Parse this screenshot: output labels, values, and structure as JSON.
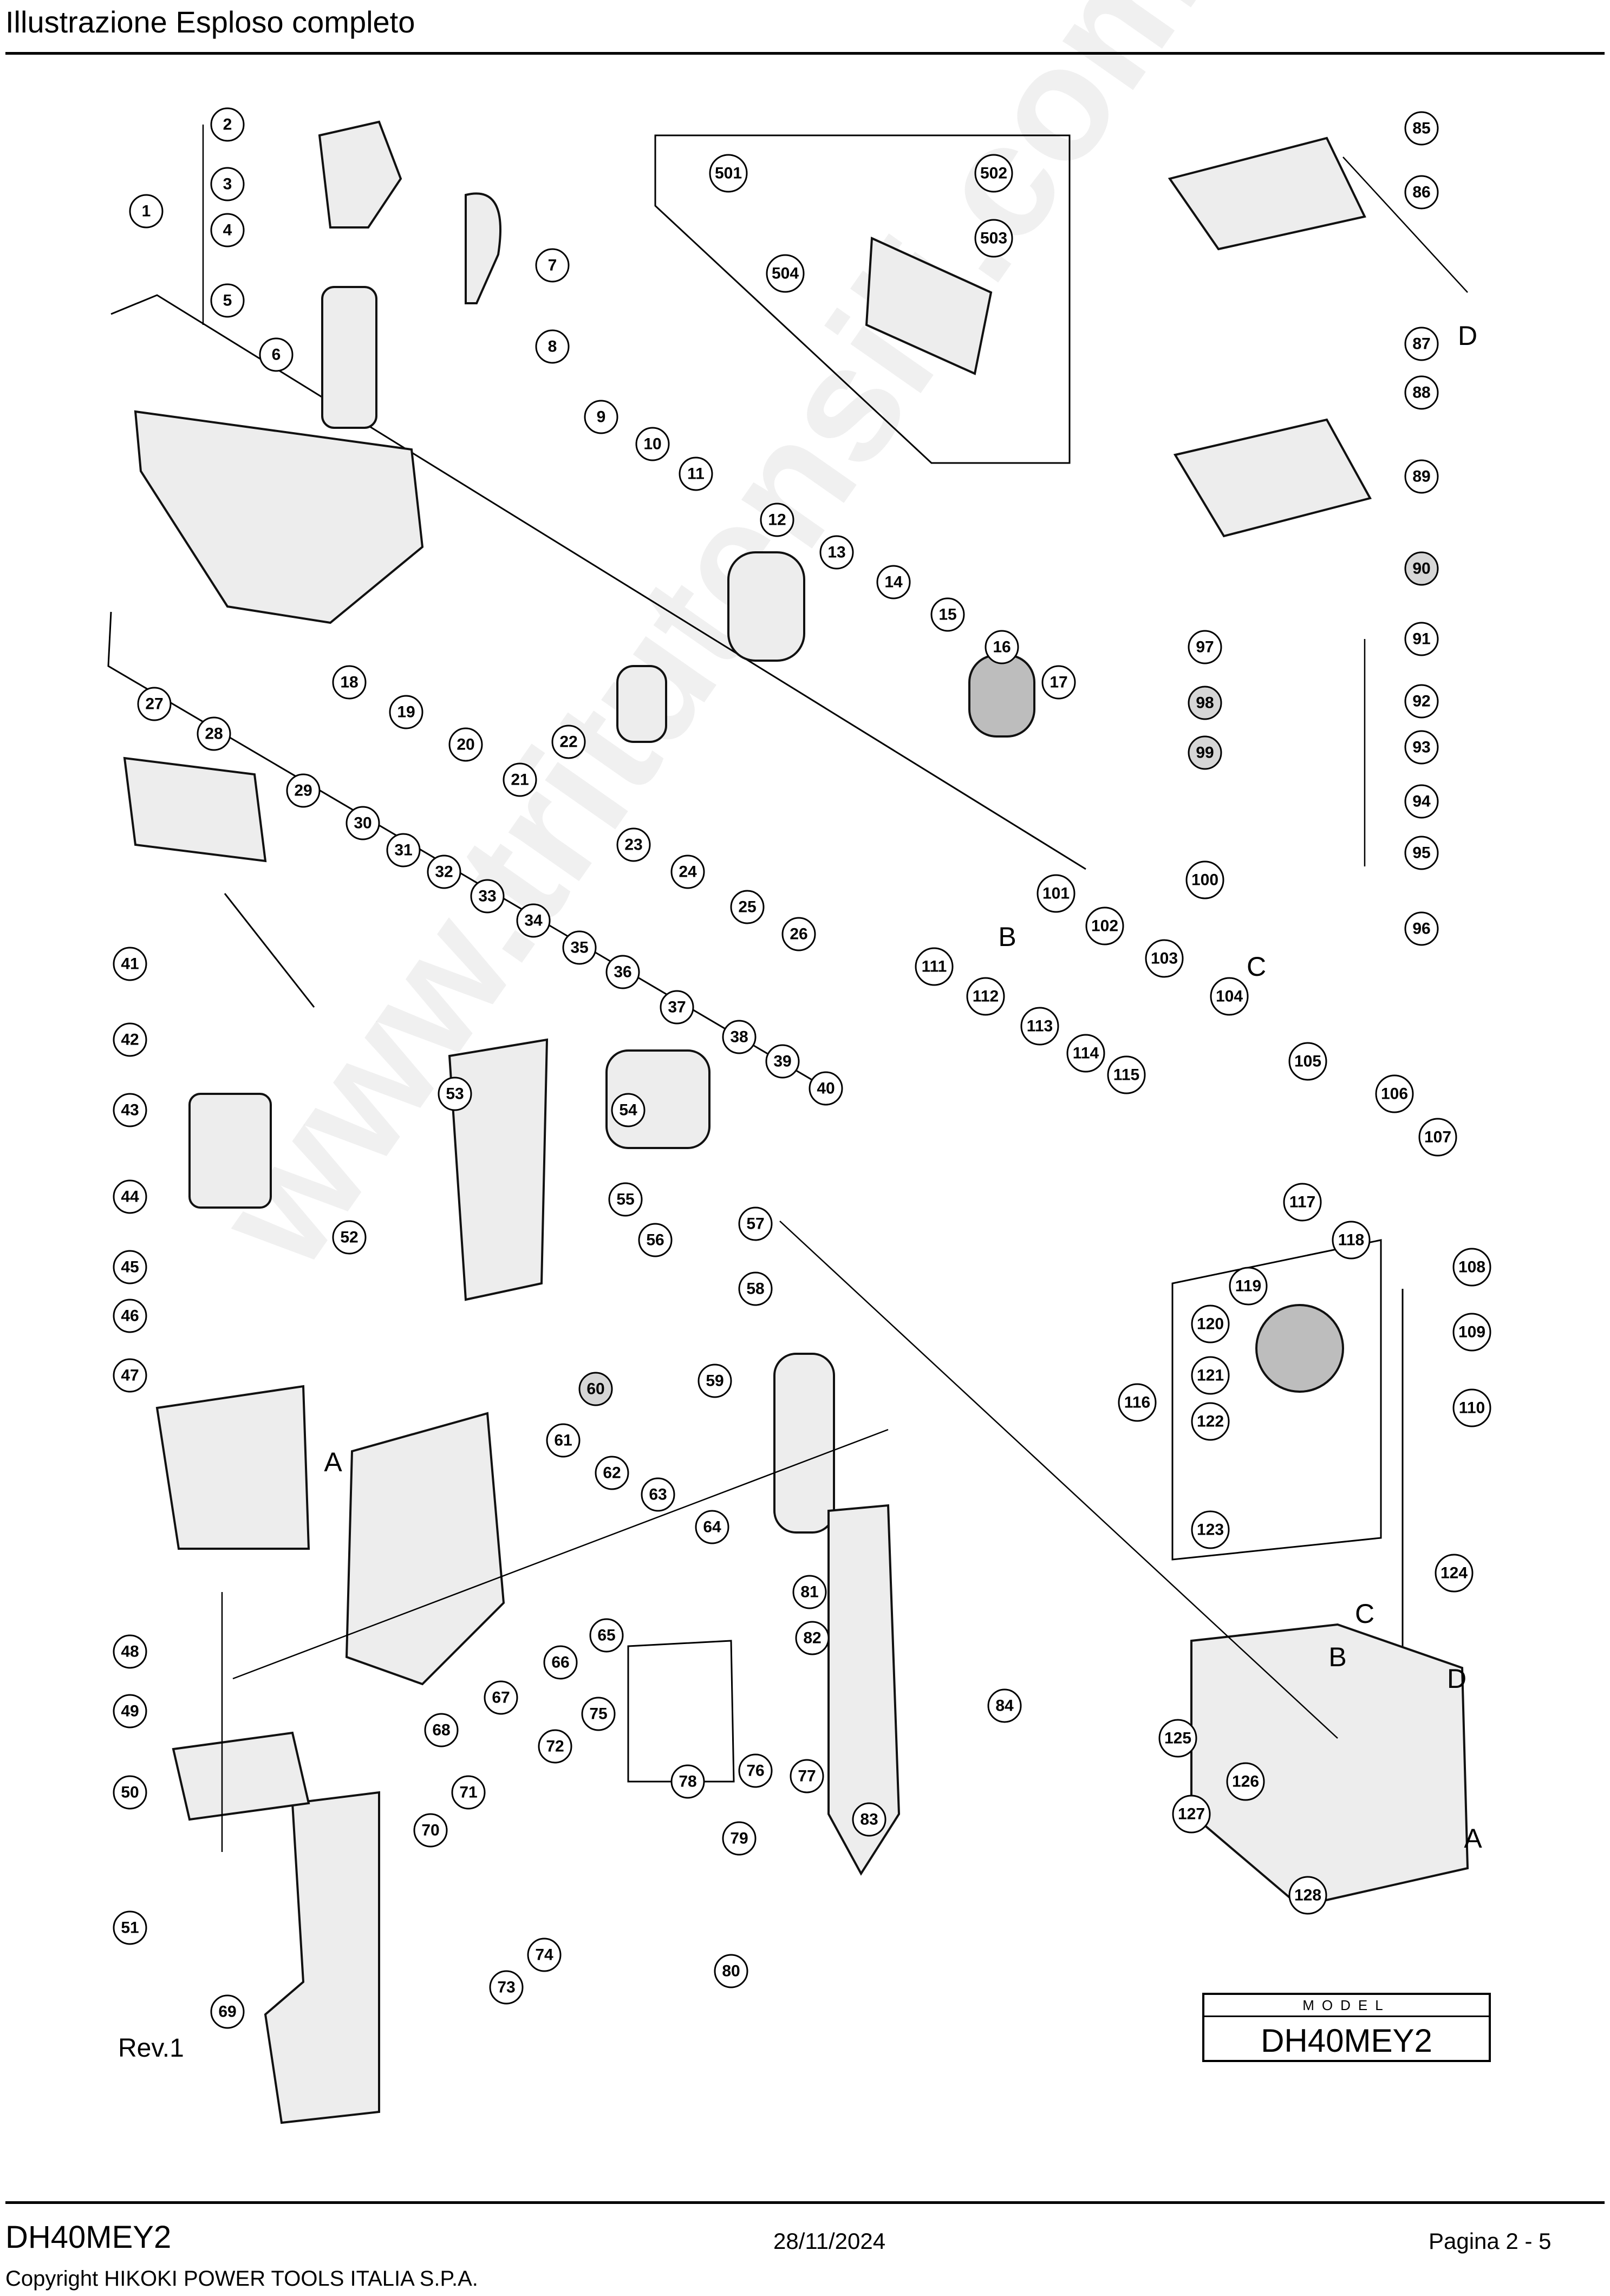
{
  "header": {
    "title": "Illustrazione  Esploso completo"
  },
  "watermark": "www.tritutensili.com",
  "diagram": {
    "callouts": [
      "1",
      "2",
      "3",
      "4",
      "5",
      "6",
      "7",
      "8",
      "9",
      "10",
      "11",
      "12",
      "13",
      "14",
      "15",
      "16",
      "17",
      "18",
      "19",
      "20",
      "21",
      "22",
      "23",
      "24",
      "25",
      "26",
      "27",
      "28",
      "29",
      "30",
      "31",
      "32",
      "33",
      "34",
      "35",
      "36",
      "37",
      "38",
      "39",
      "40",
      "41",
      "42",
      "43",
      "44",
      "45",
      "46",
      "47",
      "48",
      "49",
      "50",
      "51",
      "52",
      "53",
      "54",
      "55",
      "56",
      "57",
      "58",
      "59",
      "60",
      "61",
      "62",
      "63",
      "64",
      "65",
      "66",
      "67",
      "68",
      "69",
      "70",
      "71",
      "72",
      "73",
      "74",
      "75",
      "76",
      "77",
      "78",
      "79",
      "80",
      "81",
      "82",
      "83",
      "84",
      "85",
      "86",
      "87",
      "88",
      "89",
      "90",
      "91",
      "92",
      "93",
      "94",
      "95",
      "96",
      "97",
      "98",
      "99",
      "100",
      "101",
      "102",
      "103",
      "104",
      "105",
      "106",
      "107",
      "108",
      "109",
      "110",
      "111",
      "112",
      "113",
      "114",
      "115",
      "116",
      "117",
      "118",
      "119",
      "120",
      "121",
      "122",
      "123",
      "124",
      "125",
      "126",
      "127",
      "128",
      "501",
      "502",
      "503",
      "504"
    ],
    "highlighted": [
      "60",
      "90",
      "98",
      "99"
    ],
    "letters": [
      "A",
      "B",
      "C",
      "D"
    ]
  },
  "model_box": {
    "label": "MODEL",
    "value": "DH40MEY2"
  },
  "revision": "Rev.1",
  "footer": {
    "model": "DH40MEY2",
    "date": "28/11/2024",
    "page": "Pagina 2 - 5",
    "copyright": "Copyright HIKOKI POWER TOOLS ITALIA S.P.A."
  }
}
